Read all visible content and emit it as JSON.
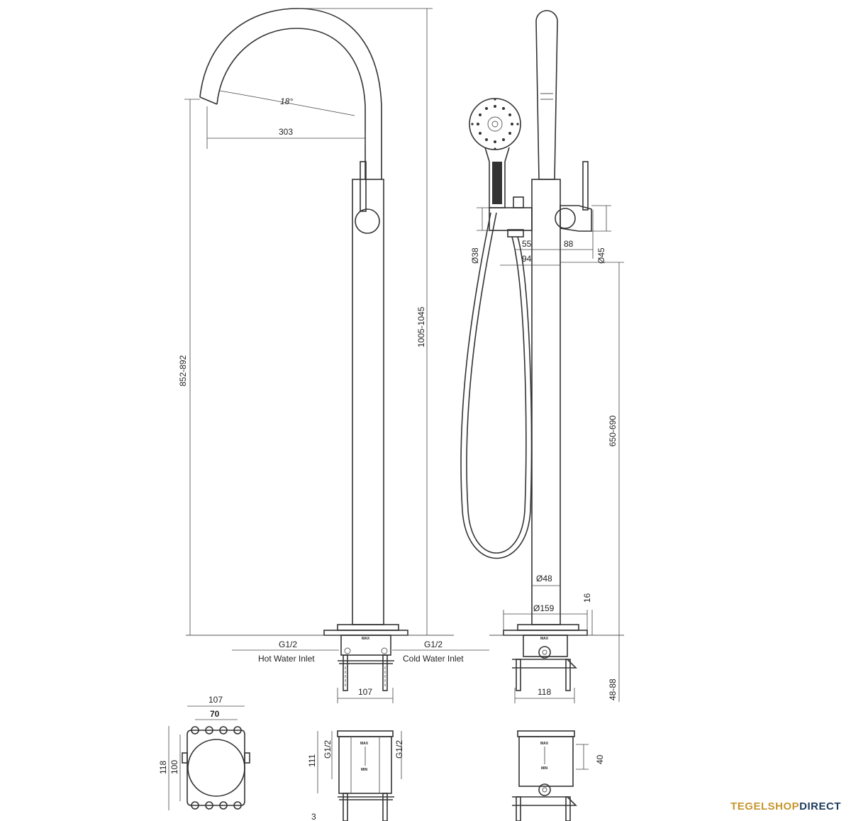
{
  "brand": {
    "part1": "TEGELSHOP",
    "part2": "DIRECT",
    "color1": "#c6962e",
    "color2": "#1f3b5c"
  },
  "front_view": {
    "angle": "18°",
    "spout_reach": "303",
    "spout_height": "852-892",
    "total_height": "1005-1045",
    "hot_label_1": "G1/2",
    "hot_label_2": "Hot Water Inlet",
    "cold_label_1": "G1/2",
    "cold_label_2": "Cold Water Inlet",
    "base_width": "107",
    "max_mark": "MAX"
  },
  "side_view": {
    "d38": "Ø38",
    "d55": "55",
    "d94": "94",
    "d88": "88",
    "d45": "Ø45",
    "height_650": "650-690",
    "d48": "Ø48",
    "d159": "Ø159",
    "d16": "16",
    "depth": "48-88",
    "base_width": "118",
    "max_mark": "MAX"
  },
  "bottom_views": {
    "plate_outer": "107",
    "plate_inner": "70",
    "plate_height_outer": "118",
    "plate_height_inner": "100",
    "body_height": "111",
    "g_left": "G1/2",
    "g_right": "G1/2",
    "max_mark": "MAX",
    "min_mark": "MIN",
    "side_dim": "40",
    "cut_label": "3"
  }
}
